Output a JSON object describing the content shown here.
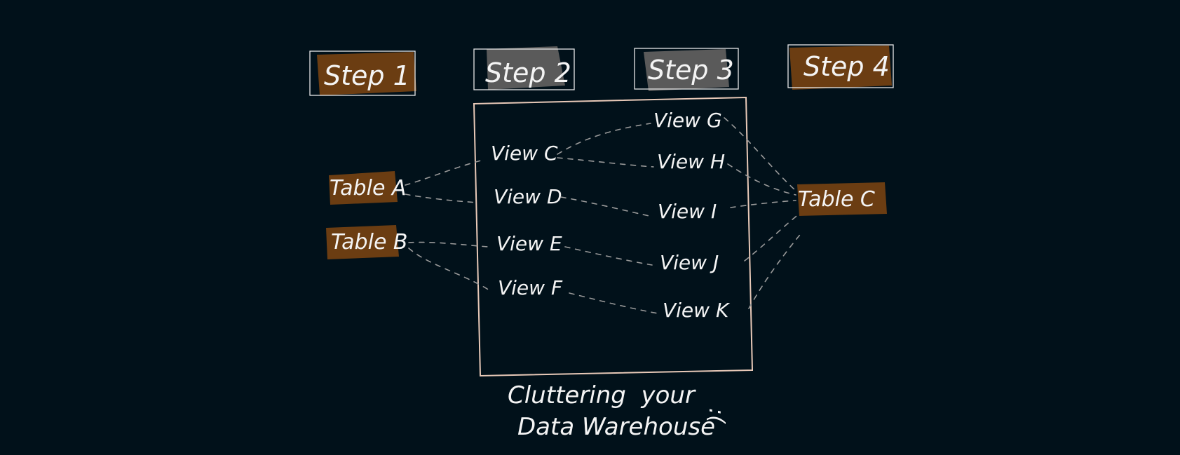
{
  "colors": {
    "background": "#01111a",
    "brown": "#6b3d12",
    "gray": "#5a5a5a",
    "frame": "#e8c9b8",
    "connector": "#9a9a9a"
  },
  "steps": [
    {
      "label": "Step 1",
      "fill": "brown"
    },
    {
      "label": "Step 2",
      "fill": "gray"
    },
    {
      "label": "Step 3",
      "fill": "gray"
    },
    {
      "label": "Step 4",
      "fill": "brown"
    }
  ],
  "tables": {
    "a": "Table A",
    "b": "Table B",
    "c": "Table C"
  },
  "views": {
    "c": "View C",
    "d": "View D",
    "e": "View E",
    "f": "View F",
    "g": "View G",
    "h": "View H",
    "i": "View I",
    "j": "View J",
    "k": "View K"
  },
  "caption": {
    "line1": "Cluttering  your",
    "line2": "Data Warehouse",
    "emoticon": ":("
  }
}
